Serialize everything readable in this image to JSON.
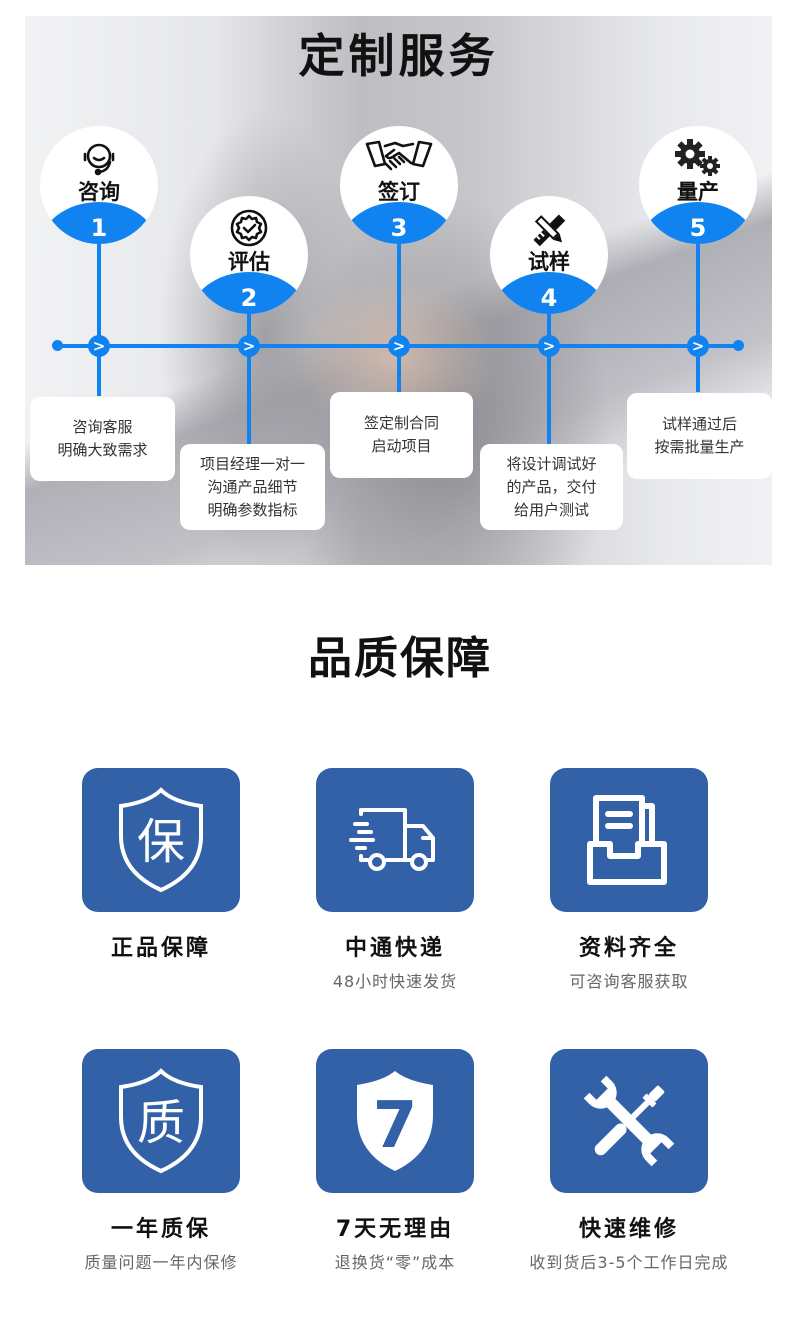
{
  "banner": {
    "title": "定制服务",
    "steps": [
      {
        "number": "1",
        "label": "咨询",
        "icon": "headset-icon",
        "desc": [
          "咨询客服",
          "明确大致需求"
        ]
      },
      {
        "number": "2",
        "label": "评估",
        "icon": "badge-check-icon",
        "desc": [
          "项目经理一对一",
          "沟通产品细节",
          "明确参数指标"
        ]
      },
      {
        "number": "3",
        "label": "签订",
        "icon": "handshake-icon",
        "desc": [
          "签定制合同",
          "启动项目"
        ]
      },
      {
        "number": "4",
        "label": "试样",
        "icon": "pencil-ruler-icon",
        "desc": [
          "将设计调试好",
          "的产品，交付",
          "给用户测试"
        ]
      },
      {
        "number": "5",
        "label": "量产",
        "icon": "gears-icon",
        "desc": [
          "试样通过后",
          "按需批量生产"
        ]
      }
    ],
    "arrow_glyph": ">"
  },
  "quality": {
    "title": "品质保障",
    "features": [
      {
        "title": "正品保障",
        "subtitle": "",
        "icon": "shield-bao-icon",
        "icon_char": "保"
      },
      {
        "title": "中通快递",
        "subtitle": "48小时快速发货",
        "icon": "delivery-truck-icon"
      },
      {
        "title": "资料齐全",
        "subtitle": "可咨询客服获取",
        "icon": "document-tray-icon"
      },
      {
        "title": "一年质保",
        "subtitle": "质量问题一年内保修",
        "icon": "shield-zhi-icon",
        "icon_char": "质"
      },
      {
        "title": "7天无理由",
        "subtitle": "退换货“零”成本",
        "icon": "shield-seven-icon",
        "icon_char": "7"
      },
      {
        "title": "快速维修",
        "subtitle": "收到货后3-5个工作日完成",
        "icon": "wrench-screwdriver-icon"
      }
    ]
  },
  "colors": {
    "timeline_blue": "#1083f0",
    "feature_blue": "#3361a8",
    "title_text": "#111111",
    "subtitle_text": "#666666"
  }
}
